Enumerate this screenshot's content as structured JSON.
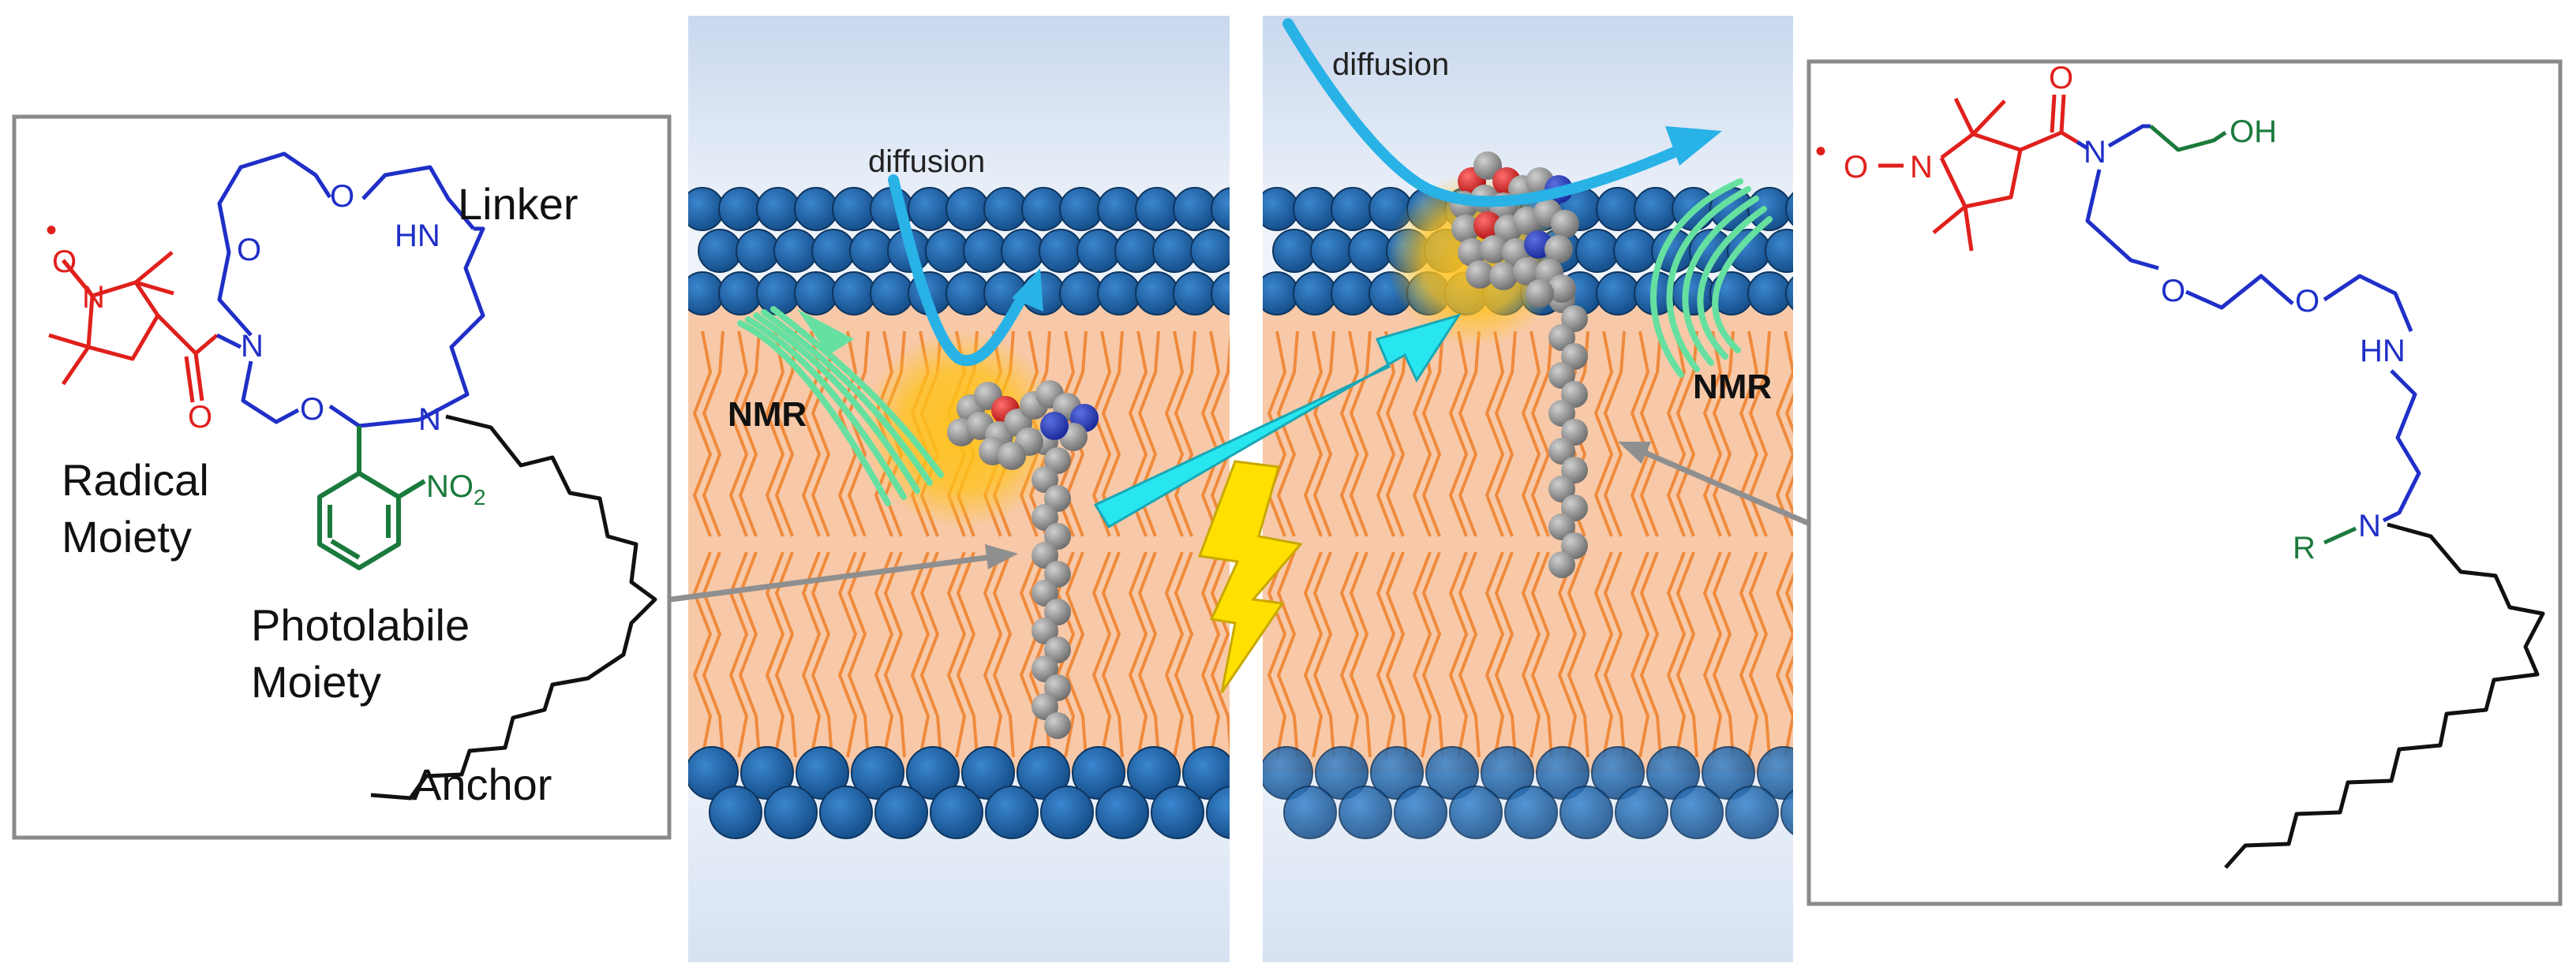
{
  "labels": {
    "linker": "Linker",
    "radical_line1": "Radical",
    "radical_line2": "Moiety",
    "photolabile_line1": "Photolabile",
    "photolabile_line2": "Moiety",
    "anchor": "Anchor",
    "diffusion_left": "diffusion",
    "diffusion_right": "diffusion",
    "nmr_left": "NMR",
    "nmr_right": "NMR"
  },
  "atoms": {
    "left": {
      "o_dot": "•",
      "o_radical": "O",
      "n_ring": "N",
      "o_carbonyl": "O",
      "n_amide": "N",
      "o_top": "O",
      "o_upper_left": "O",
      "hn": "HN",
      "o_lower": "O",
      "n_tertiary": "N",
      "no2": "NO",
      "no2_sub": "2"
    },
    "right": {
      "o_dot": "•",
      "o_radical": "O",
      "n_ring": "N",
      "o_carbonyl": "O",
      "n_amide": "N",
      "oh": "OH",
      "o_ether1": "O",
      "o_ether2": "O",
      "hn": "HN",
      "r": "R",
      "n_tertiary": "N"
    }
  },
  "colors": {
    "radical": "#e0201c",
    "linker": "#1f2fc7",
    "photolabile": "#1a7a3c",
    "anchor": "#111111",
    "frame": "#8a8a8a",
    "headgroup": "#1f64ad",
    "bilayer_core": "#f7c9a8",
    "lipid_tail": "#f08a3c",
    "diffusion_arrow": "#29b2e6",
    "transfer_arrow": "#28e6ef",
    "nmr_wave": "#66e0a0",
    "glow": "#ffc21a",
    "bolt": "#ffe000"
  }
}
